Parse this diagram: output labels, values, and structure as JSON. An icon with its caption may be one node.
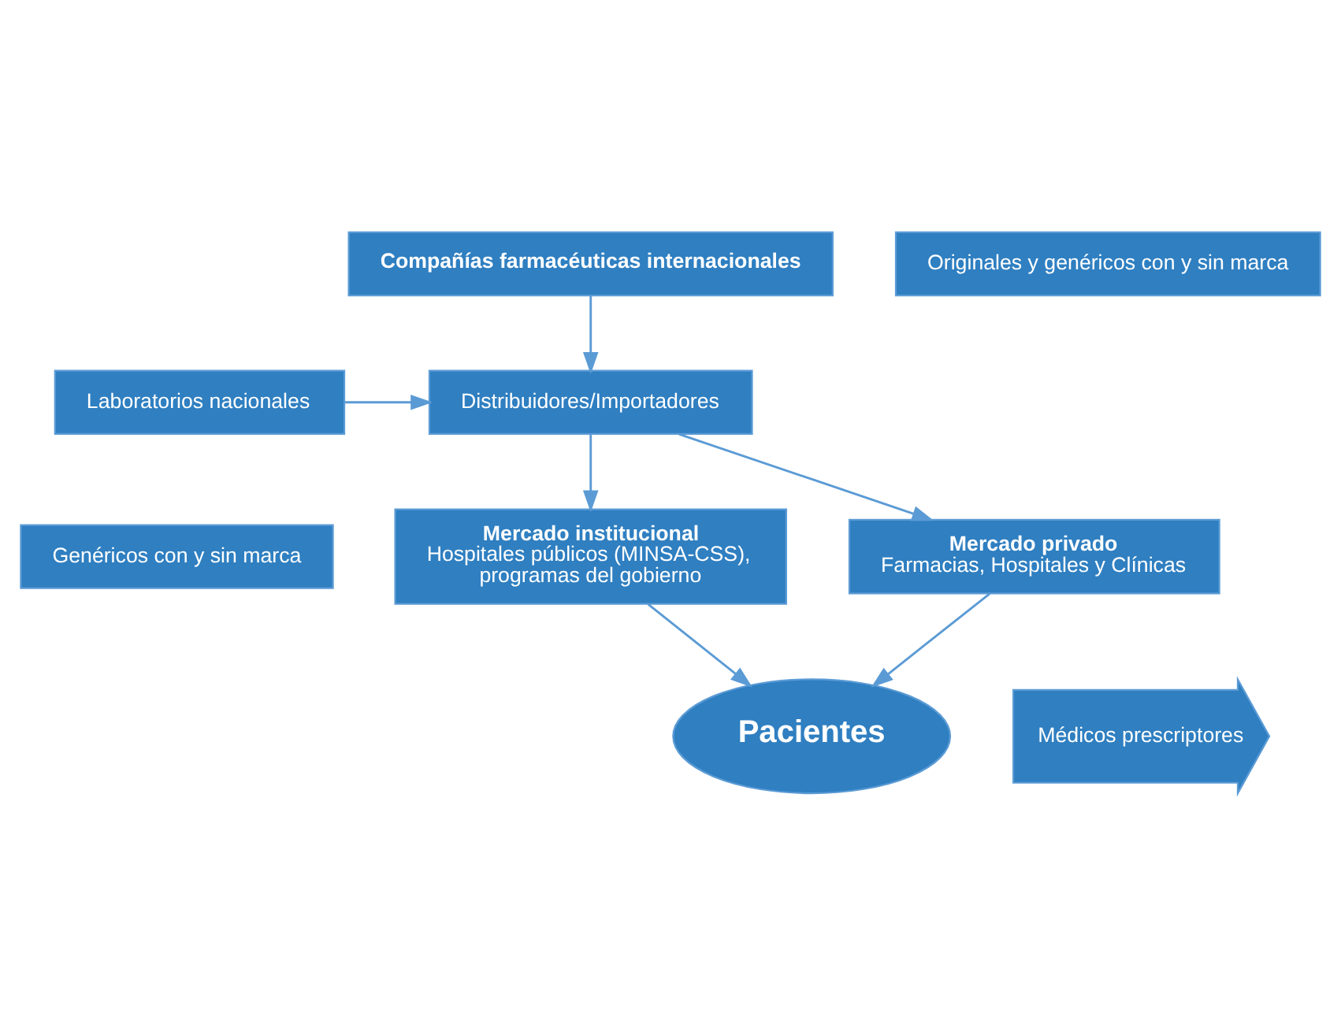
{
  "diagram": {
    "nodes": [
      {
        "text": [
          "Compañías farmacéuticas internacionales"
        ]
      },
      {
        "text": [
          "Originales y genéricos con y sin marca"
        ]
      },
      {
        "text": [
          "Distribuidores/Importadores"
        ]
      },
      {
        "text": [
          "Laboratorios nacionales"
        ]
      },
      {
        "text": [
          "Genéricos con y sin marca"
        ]
      },
      {
        "text": [
          "Mercado privado",
          "Farmacias, Hospitales y Clínicas"
        ]
      },
      {
        "text": [
          "Mercado institucional",
          "Hospitales públicos (MINSA-CSS), programas del gobierno"
        ]
      },
      {
        "text": [
          "Médicos prescriptores"
        ]
      },
      {
        "text": [
          "Pacientes"
        ]
      }
    ],
    "edges": [
      {
        "from": 0,
        "to": 2,
        "arrow": "to"
      },
      {
        "from": 3,
        "to": 2,
        "arrow": "to"
      },
      {
        "from": 2,
        "to": 5,
        "arrow": "to"
      },
      {
        "from": 2,
        "to": 6,
        "arrow": "to"
      },
      {
        "from": 5,
        "to": 8,
        "arrow": "to"
      },
      {
        "from": 6,
        "to": 8,
        "arrow": "to"
      }
    ]
  }
}
